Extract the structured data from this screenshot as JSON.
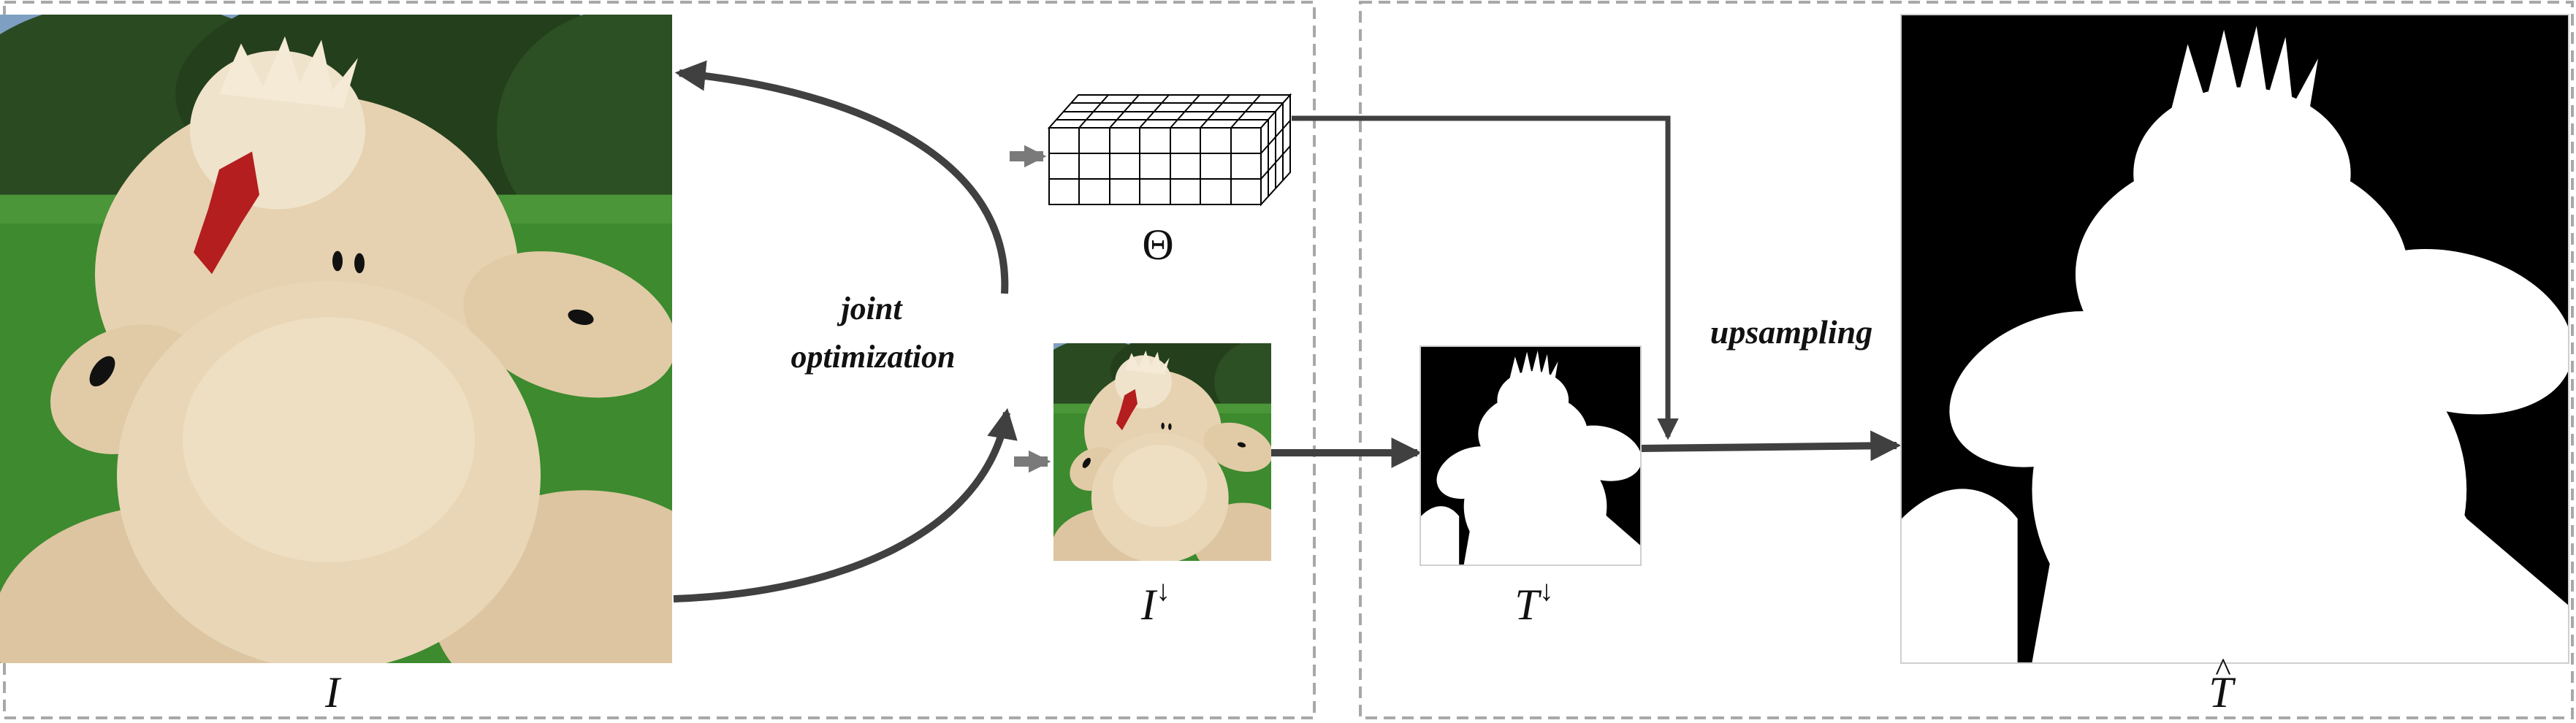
{
  "labels": {
    "input_image": "I",
    "params": "Θ",
    "downsampled_input": "I",
    "downsampled_input_sup": "↓",
    "low_res_output": "T",
    "low_res_output_sup": "↓",
    "high_res_output": "T",
    "hat": "^"
  },
  "annotations": {
    "joint_line1": "joint",
    "joint_line2": "optimization",
    "upsampling": "upsampling"
  },
  "colors": {
    "panel_border": "#a8a8a8",
    "arrow": "#404040",
    "small_arrow": "#7a7a7a",
    "grass": "#3d8a2f",
    "trees": "#243f1c",
    "sky": "#7e9fc2",
    "plush": "#e6d2b0",
    "bow": "#b51e1e",
    "matte_bg": "#000000",
    "matte_fg": "#ffffff"
  },
  "icons": [
    "parameter-grid-icon"
  ]
}
